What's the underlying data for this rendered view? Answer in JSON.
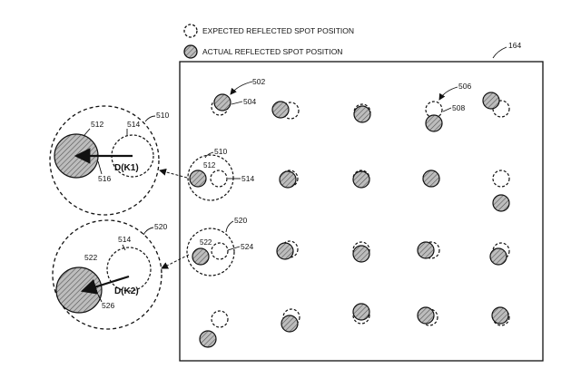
{
  "legend": {
    "expected_label": "EXPECTED REFLECTED SPOT POSITION",
    "actual_label": "ACTUAL REFLECTED SPOT POSITION"
  },
  "panel": {
    "ref": "164"
  },
  "callouts": {
    "r502": "502",
    "r504": "504",
    "r506": "506",
    "r508": "508",
    "r510a": "510",
    "r512a": "512",
    "r514a": "514",
    "r520a": "520",
    "r522a": "522",
    "r524": "524"
  },
  "zoom_top": {
    "ref_outer": "510",
    "ref_actual": "512",
    "ref_expected": "514",
    "ref_arrow": "516",
    "vector_label": "D(K1)"
  },
  "zoom_bottom": {
    "ref_outer": "520",
    "ref_actual": "522",
    "ref_expected": "514",
    "ref_arrow": "526",
    "vector_label": "D(K2)"
  },
  "colors": {
    "line": "#111111",
    "fill": "#bdbdbd"
  }
}
